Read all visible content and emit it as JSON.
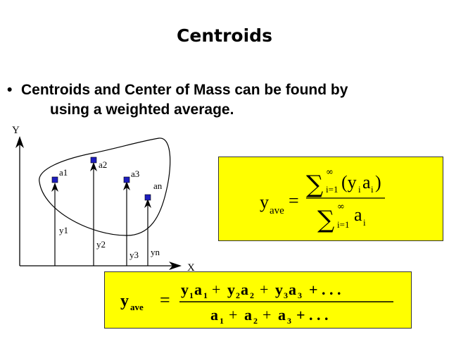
{
  "slide": {
    "title": "Centroids",
    "bullet_marker": "•",
    "bullet_line1": "Centroids and Center of Mass can be found by",
    "bullet_line2": "using a weighted average."
  },
  "diagram": {
    "y_axis_label": "Y",
    "x_axis_label": "X",
    "points": [
      {
        "area_label": "a1",
        "y_label": "y1"
      },
      {
        "area_label": "a2",
        "y_label": "y2"
      },
      {
        "area_label": "a3",
        "y_label": "y3"
      },
      {
        "area_label": "an",
        "y_label": "yn"
      }
    ],
    "marker_color": "#1e1ebe",
    "outline_color": "#000000"
  },
  "formula_ave": {
    "lhs_var": "y",
    "lhs_sub": "ave",
    "equals": "=",
    "sum_symbol": "∑",
    "upper_limit": "∞",
    "lower_limit": "i=1",
    "num_term": "(y",
    "num_term_sub": "i",
    "num_term_mid": "a",
    "num_term_sub2": "i",
    "num_term_end": ")",
    "den_term": "a",
    "den_term_sub": "i",
    "box_color": "#ffff00"
  },
  "formula_weighted": {
    "lhs_var": "y",
    "lhs_sub": "ave",
    "equals": "=",
    "numerator": [
      {
        "var": "y",
        "sub": "1",
        "var2": "a",
        "sub2": "1"
      },
      {
        "op": "+"
      },
      {
        "var": "y",
        "sub": "2",
        "var2": "a",
        "sub2": "2"
      },
      {
        "op": "+"
      },
      {
        "var": "y",
        "sub": "3",
        "var2": "a",
        "sub2": "3"
      },
      {
        "op": "+ . . ."
      }
    ],
    "denominator": [
      {
        "var": "a",
        "sub": "1"
      },
      {
        "op": "+"
      },
      {
        "var": "a",
        "sub": "2"
      },
      {
        "op": "+"
      },
      {
        "var": "a",
        "sub": "3"
      },
      {
        "op": "+ . . ."
      }
    ],
    "box_color": "#ffff00"
  }
}
